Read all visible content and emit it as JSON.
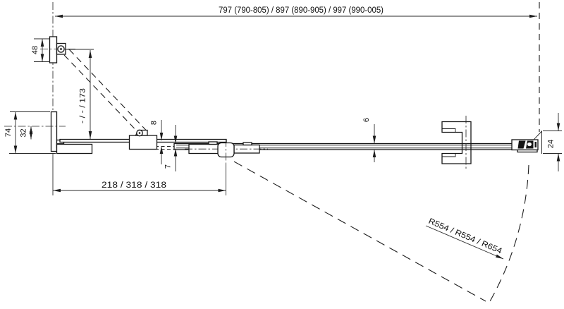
{
  "colors": {
    "background": "#ffffff",
    "line": "#1c1c1c"
  },
  "dims": {
    "overall_width": "797 (790-805) / 897 (890-905) / 997 (990-005)",
    "hinge_offset": "48",
    "profile_depth": "74",
    "profile_to_glass": "32",
    "open_clearance": "- / - / 173",
    "panel_offset_top": "8",
    "panel_offset_bottom": "7",
    "glass_thickness": "6",
    "pivot_distance": "218 / 318 / 318",
    "end_profile_depth": "24",
    "door_swing_radius": "R554 / R554 / R654"
  }
}
